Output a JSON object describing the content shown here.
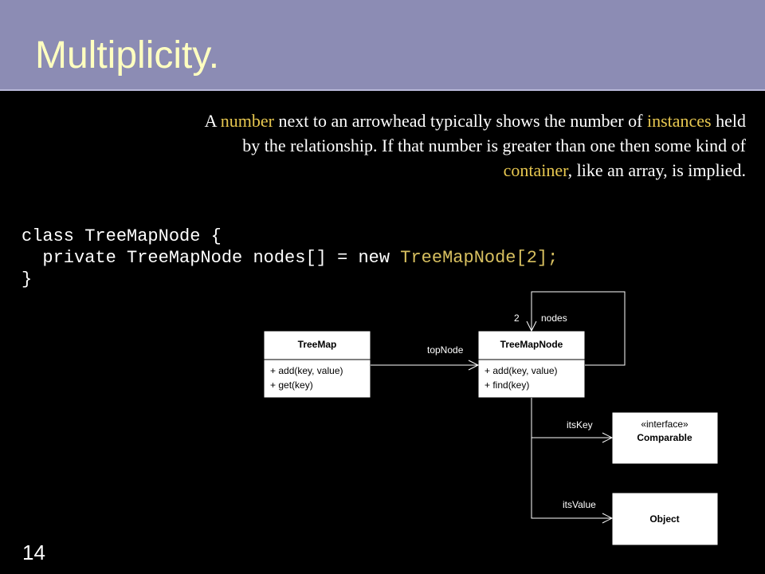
{
  "slide": {
    "title": "Multiplicity.",
    "number": "14"
  },
  "description": {
    "segments": [
      {
        "text": "A ",
        "hl": false
      },
      {
        "text": "number",
        "hl": true
      },
      {
        "text": " next to an arrowhead typically shows the number of ",
        "hl": false
      },
      {
        "text": "instances",
        "hl": true
      },
      {
        "text": " held by the relationship. If that number is greater than one then some kind of ",
        "hl": false
      },
      {
        "text": "container",
        "hl": true
      },
      {
        "text": ", like an array, is implied.",
        "hl": false
      }
    ]
  },
  "code": {
    "line1": "class TreeMapNode {",
    "line2_prefix": "  private TreeMapNode nodes[] = new ",
    "line2_highlight": "TreeMapNode[2];",
    "line3": "}"
  },
  "diagram": {
    "treemap": {
      "name": "TreeMap",
      "methods": [
        "+ add(key, value)",
        "+ get(key)"
      ]
    },
    "treemapnode": {
      "name": "TreeMapNode",
      "methods": [
        "+ add(key, value)",
        "+ find(key)"
      ]
    },
    "comparable": {
      "stereotype": "«interface»",
      "name": "Comparable"
    },
    "object": {
      "name": "Object"
    },
    "associations": {
      "top_node": "topNode",
      "nodes_role": "nodes",
      "nodes_multiplicity": "2",
      "its_key": "itsKey",
      "its_value": "itsValue"
    }
  },
  "colors": {
    "header": "#8c8cb4",
    "title": "#ffffc0",
    "highlight": "#e8c850",
    "background": "#000000"
  }
}
